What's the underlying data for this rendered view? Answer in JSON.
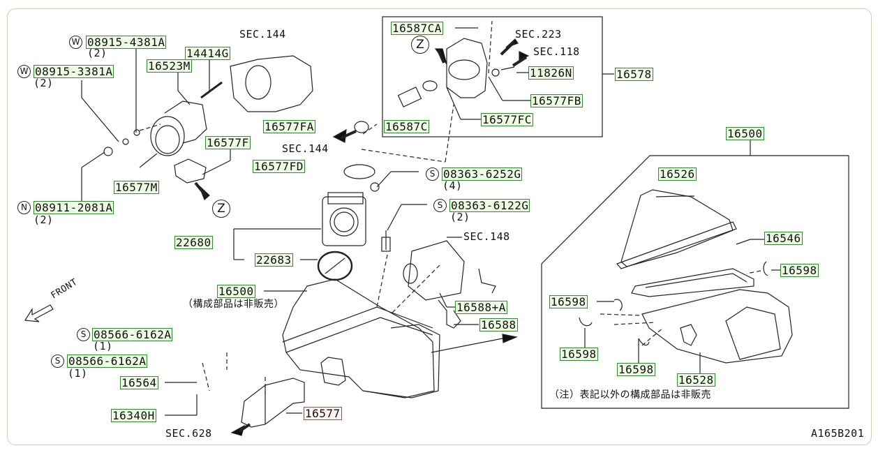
{
  "diagram": {
    "code": "A165B201",
    "callouts": {
      "sec144_top": "SEC.144",
      "sec144_mid": "SEC.144",
      "sec223": "SEC.223",
      "sec118": "SEC.118",
      "sec148": "SEC.148",
      "sec628": "SEC.628",
      "front": "FRONT",
      "z": "Z"
    },
    "symbols": {
      "w": "W",
      "n": "N",
      "s": "S"
    },
    "parts": {
      "p08915_4381A": "08915-4381A",
      "q2_a": "(2)",
      "p14414G": "14414G",
      "p08915_3381A": "08915-3381A",
      "q2_b": "(2)",
      "p16523M": "16523M",
      "p16577F": "16577F",
      "p16577M": "16577M",
      "p08911_2081A": "08911-2081A",
      "q2_c": "(2)",
      "p16587CA": "16587CA",
      "p11826N": "11826N",
      "p16578": "16578",
      "p16577FB": "16577FB",
      "p16577FC": "16577FC",
      "p16587C": "16587C",
      "p16577FA": "16577FA",
      "p16577FD": "16577FD",
      "p08363_6252G": "08363-6252G",
      "q4": "(4)",
      "p08363_6122G": "08363-6122G",
      "q2_d": "(2)",
      "p22680": "22680",
      "p22683": "22683",
      "p16500_main": "16500",
      "note_not_sold": "（構成部品は非販売）",
      "p16588A": "16588+A",
      "p16588": "16588",
      "p08566_a": "08566-6162A",
      "q1_a": "(1)",
      "p08566_b": "08566-6162A",
      "q1_b": "(1)",
      "p16564": "16564",
      "p16340H": "16340H",
      "p16577": "16577",
      "p16500_box": "16500",
      "p16526": "16526",
      "p16546": "16546",
      "p16598_a": "16598",
      "p16598_b": "16598",
      "p16598_c": "16598",
      "p16598_d": "16598",
      "p16528": "16528",
      "note_box": "（注）表記以外の構成部品は非販売"
    }
  }
}
